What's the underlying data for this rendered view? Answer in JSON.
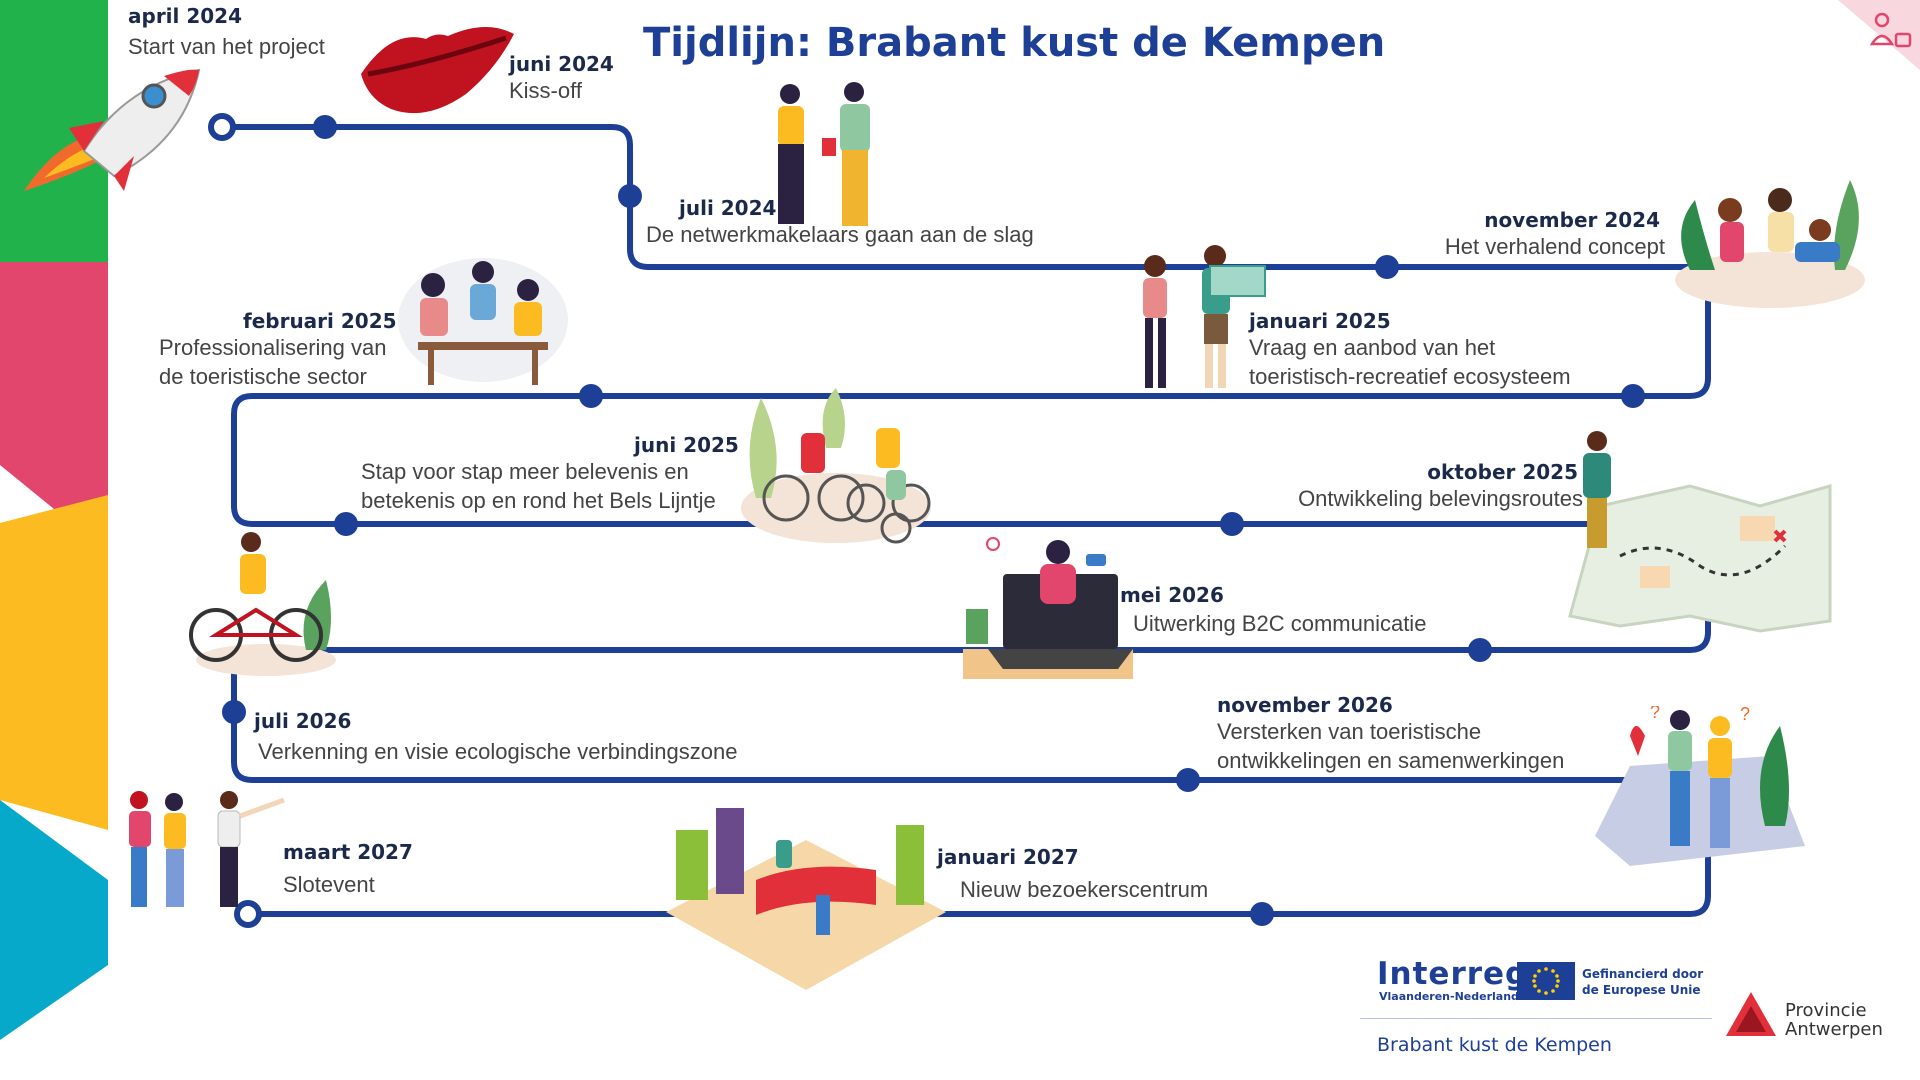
{
  "title": "Tijdlijn: Brabant kust de Kempen",
  "milestones": [
    {
      "date": "april 2024",
      "text": "Start van het project"
    },
    {
      "date": "juni 2024",
      "text": "Kiss-off"
    },
    {
      "date": "juli 2024",
      "text": "De netwerkmakelaars gaan aan de slag"
    },
    {
      "date": "november 2024",
      "text": "Het verhalend concept"
    },
    {
      "date": "februari 2025",
      "line1": "Professionalisering van",
      "line2": "de toeristische sector"
    },
    {
      "date": "januari 2025",
      "line1": "Vraag en aanbod van het",
      "line2": "toeristisch-recreatief ecosysteem"
    },
    {
      "date": "juni 2025",
      "line1": "Stap voor stap meer belevenis en",
      "line2": "betekenis op en rond het Bels Lijntje"
    },
    {
      "date": "oktober 2025",
      "text": "Ontwikkeling belevingsroutes"
    },
    {
      "date": "mei 2026",
      "text": "Uitwerking B2C communicatie"
    },
    {
      "date": "juli 2026",
      "text": "Verkenning en visie ecologische verbindingszone"
    },
    {
      "date": "november 2026",
      "line1": "Versterken van toeristische",
      "line2": "ontwikkelingen en samenwerkingen"
    },
    {
      "date": "maart 2027",
      "text": "Slotevent"
    },
    {
      "date": "januari 2027",
      "text": "Nieuw bezoekerscentrum"
    }
  ],
  "footer": {
    "interreg": "Interreg",
    "interreg_sub": "Vlaanderen-Nederland",
    "eu_line1": "Gefinancierd door",
    "eu_line2": "de Europese Unie",
    "project": "Brabant kust de Kempen",
    "province_line1": "Provincie",
    "province_line2": "Antwerpen"
  },
  "colors": {
    "accent": "#1d3f95",
    "green": "#22b24c",
    "pink": "#e2466c",
    "yellow": "#fbbb21",
    "cyan": "#06a9c9",
    "red": "#e2303b"
  }
}
